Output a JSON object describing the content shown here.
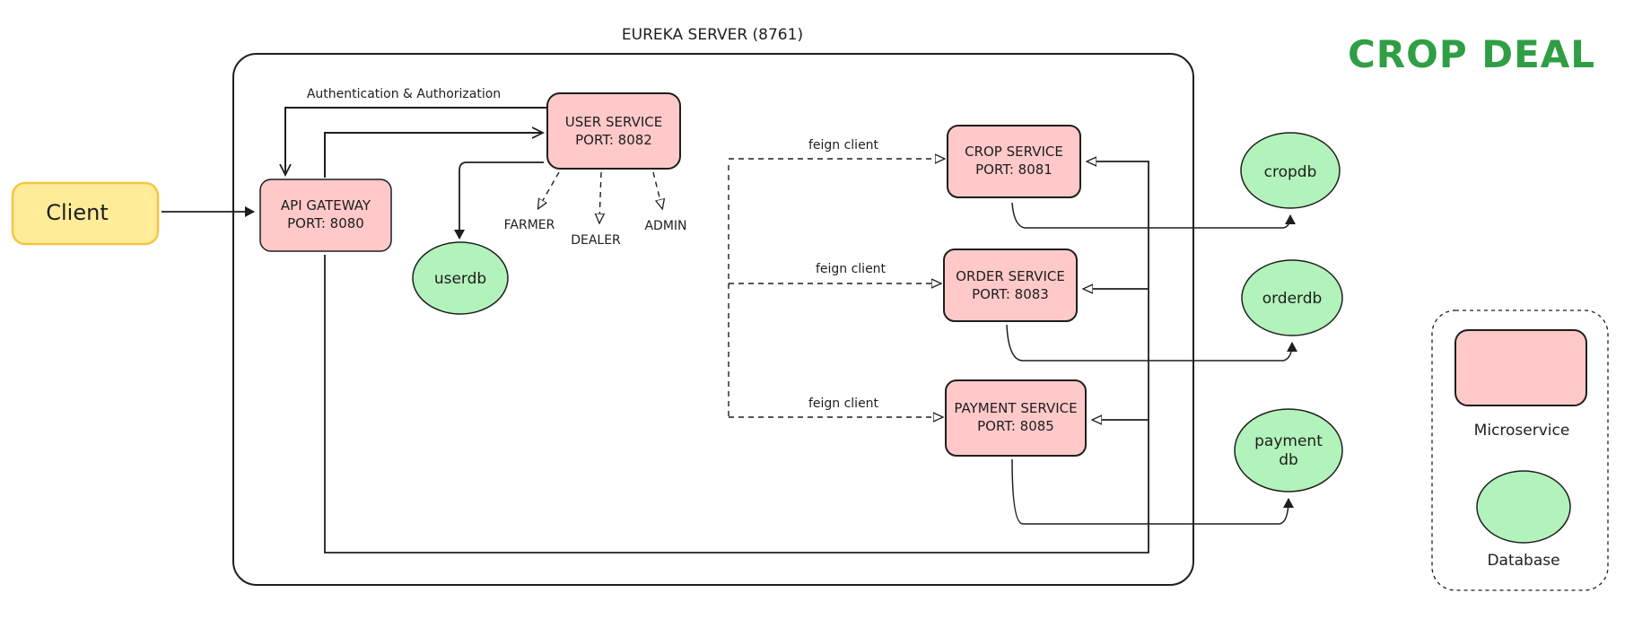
{
  "title": "CROP DEAL",
  "eureka": {
    "label": "EUREKA SERVER  (8761)"
  },
  "client": {
    "label": "Client"
  },
  "gateway": {
    "line1": "API GATEWAY",
    "line2": "PORT: 8080"
  },
  "auth_label": "Authentication & Authorization",
  "user_service": {
    "line1": "USER SERVICE",
    "line2": "PORT: 8082"
  },
  "roles": [
    "FARMER",
    "DEALER",
    "ADMIN"
  ],
  "userdb": "userdb",
  "crop_service": {
    "line1": "CROP SERVICE",
    "line2": "PORT: 8081"
  },
  "order_service": {
    "line1": "ORDER SERVICE",
    "line2": "PORT: 8083"
  },
  "payment_service": {
    "line1": "PAYMENT SERVICE",
    "line2": "PORT: 8085"
  },
  "feign_label": "feign client",
  "databases": {
    "crop": "cropdb",
    "order": "orderdb",
    "payment_line1": "payment",
    "payment_line2": "db"
  },
  "legend": {
    "microservice": "Microservice",
    "database": "Database"
  },
  "colors": {
    "service_fill": "#ffc9c9",
    "db_fill": "#b2f2bb",
    "client_fill": "#ffec99",
    "client_stroke": "#f5c542",
    "title": "#2f9e44",
    "stroke": "#1e1e1e"
  }
}
